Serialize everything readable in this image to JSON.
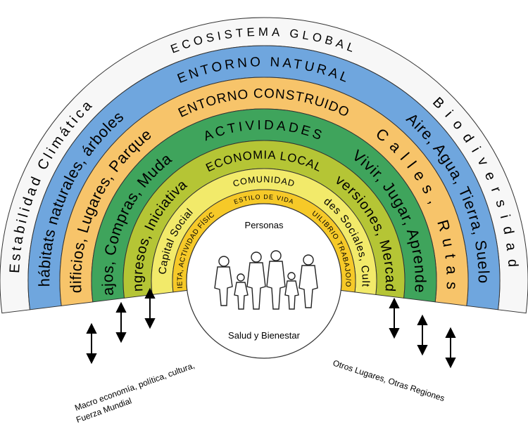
{
  "rings": [
    {
      "id": "biosphere",
      "color": "#f7f7f7",
      "top": "ECOSISTEMA GLOBAL",
      "left": "Estabilidad Climática",
      "right": "Biodiversidad"
    },
    {
      "id": "natural",
      "color": "#6fa6de",
      "top": "ENTORNO NATURAL",
      "left": "hábitats naturales, árboles",
      "right": "Aire, Agua, Tierra, Suelo"
    },
    {
      "id": "built",
      "color": "#f7c46a",
      "top": "ENTORNO CONSTRUIDO",
      "left": "Edificios, Lugares, Parques",
      "right": "Calles, Rutas"
    },
    {
      "id": "activities",
      "color": "#3fa45c",
      "top": "ACTIVIDADES",
      "left": "Trabajos, Compras, Mudanzas",
      "right": "Vivir, Jugar, Aprender"
    },
    {
      "id": "economy",
      "color": "#b5c535",
      "top": "ECONOMIA LOCAL",
      "left": "Ingresos, Iniciativas",
      "right": "Inversiones, Mercados"
    },
    {
      "id": "community",
      "color": "#f2ea6a",
      "top": "COMUNIDAD",
      "left": "Capital Social",
      "right": "Redes Sociales, Cultura"
    },
    {
      "id": "lifestyle",
      "color": "#f6c928",
      "top": "ESTILO DE VIDA",
      "left": "DIETA, ACTIVIDAD FÍSICA",
      "right": "EQUILIBRIO TRABAJO/OCIO"
    }
  ],
  "center": {
    "title": "Personas",
    "subtitle": "Salud y Bienestar"
  },
  "bottom": {
    "left_label_1": "Macro economía, política, cultura,",
    "left_label_2": "Fuerza Mundial",
    "right_label": "Otros Lugares, Otras Regiones"
  }
}
